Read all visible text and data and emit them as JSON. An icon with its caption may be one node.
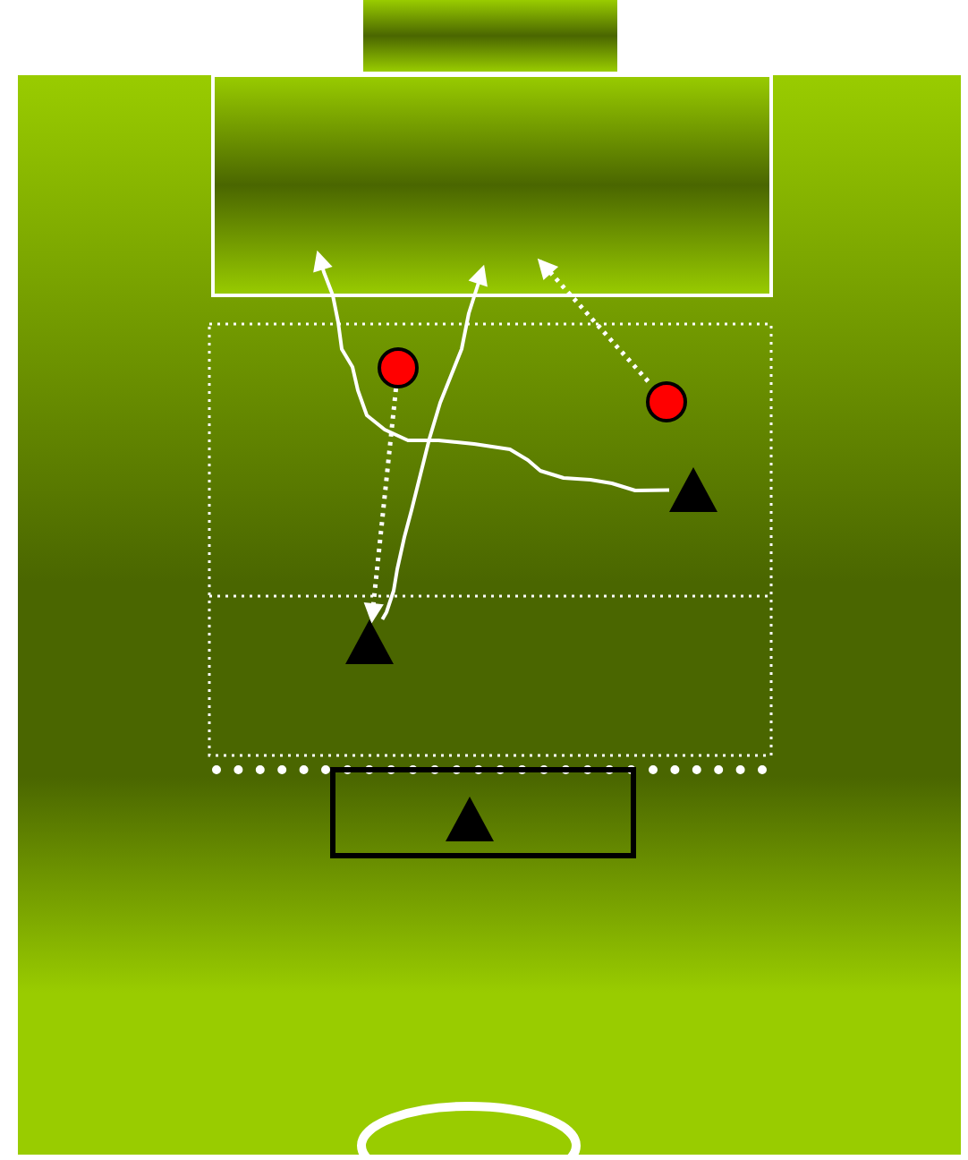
{
  "diagram": {
    "nodes": [
      {
        "text": [],
        "shape": "circle"
      },
      {
        "text": [],
        "shape": "circle"
      },
      {
        "text": [],
        "shape": "triangle"
      },
      {
        "text": [],
        "shape": "triangle"
      },
      {
        "text": [],
        "shape": "triangle"
      }
    ],
    "edges": [
      {
        "from": 2,
        "to": null,
        "arrow": "to"
      },
      {
        "from": 3,
        "to": null,
        "arrow": "to"
      },
      {
        "from": 0,
        "to": 3,
        "arrow": "to",
        "style": "dashed"
      },
      {
        "from": 1,
        "to": null,
        "arrow": "to",
        "style": "dashed"
      }
    ]
  }
}
